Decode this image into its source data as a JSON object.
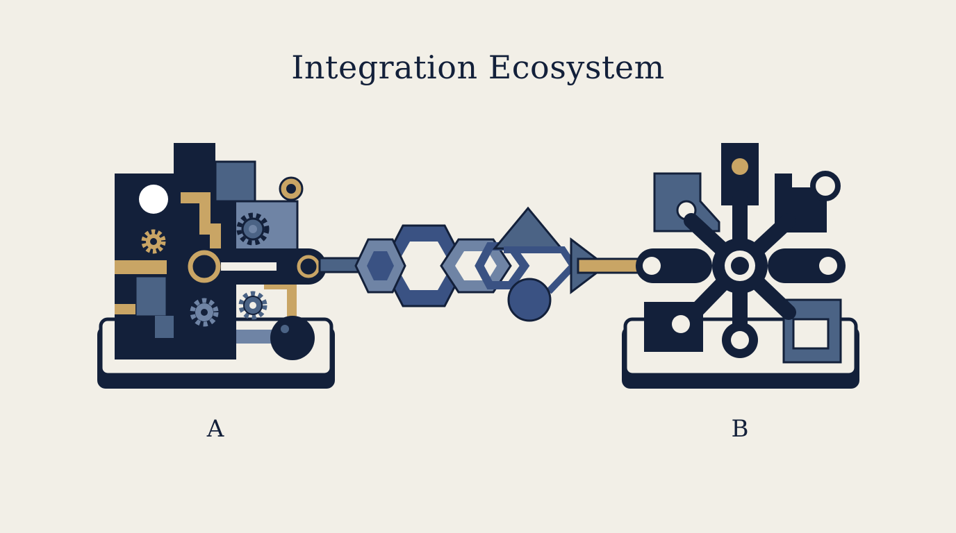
{
  "title": "Integration Ecosystem",
  "nodes": {
    "a": {
      "label": "A"
    },
    "b": {
      "label": "B"
    }
  },
  "colors": {
    "background": "#f2efe7",
    "navy": "#13203a",
    "slate_blue": "#4b6385",
    "steel_blue": "#6f84a5",
    "mid_blue": "#3a5283",
    "gold": "#c9a565",
    "white": "#ffffff"
  },
  "icons": [
    "gear-icon",
    "chain-link-icon",
    "hexagon-link-icon",
    "triangle-arrow-icon",
    "hub-icon",
    "connector-ring-icon"
  ]
}
